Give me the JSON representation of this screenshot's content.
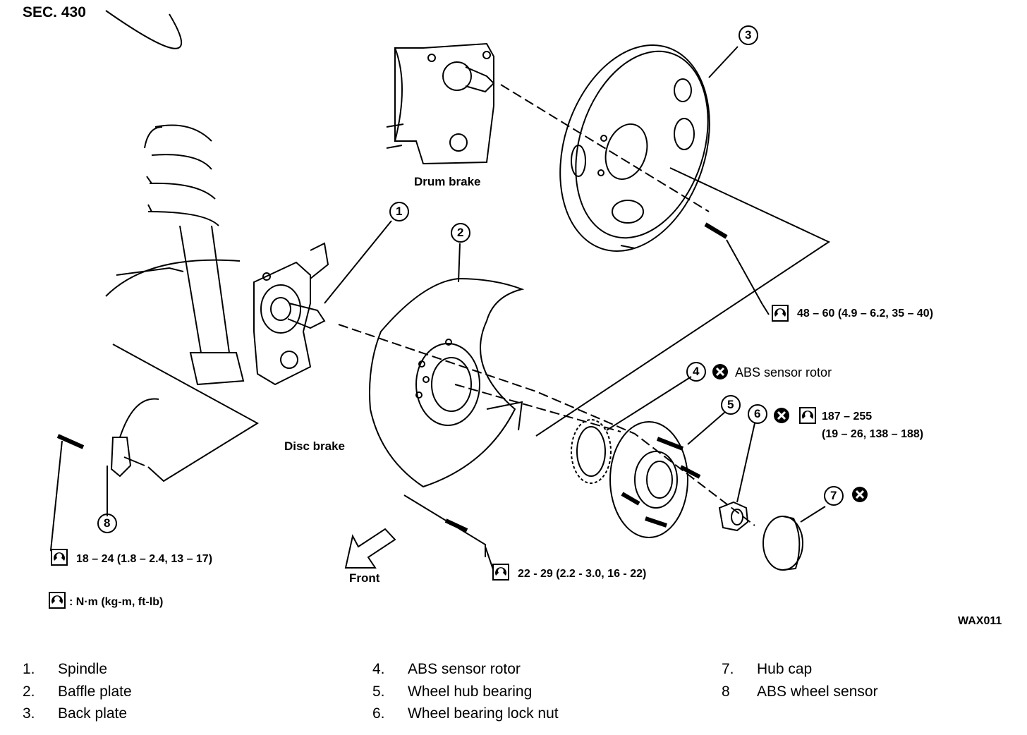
{
  "section": "SEC. 430",
  "figure_code": "WAX011",
  "labels": {
    "drum_brake": "Drum brake",
    "disc_brake": "Disc brake",
    "front": "Front"
  },
  "callout_numbers": [
    "1",
    "2",
    "3",
    "4",
    "5",
    "6",
    "7",
    "8"
  ],
  "callouts": {
    "abs_sensor_rotor": "ABS sensor rotor"
  },
  "torques": {
    "back_plate_bolt": "48 – 60 (4.9 – 6.2, 35 – 40)",
    "lock_nut_line1": "187 – 255",
    "lock_nut_line2": "(19 – 26, 138 – 188)",
    "sensor_bolt": "18 – 24 (1.8 – 2.4, 13 – 17)",
    "baffle_bolt": "22 - 29 (2.2 - 3.0, 16 - 22)",
    "unit_legend": ": N·m (kg-m, ft-lb)"
  },
  "legend": [
    {
      "num": "1.",
      "name": "Spindle"
    },
    {
      "num": "2.",
      "name": "Baffle plate"
    },
    {
      "num": "3.",
      "name": "Back plate"
    },
    {
      "num": "4.",
      "name": "ABS sensor rotor"
    },
    {
      "num": "5.",
      "name": "Wheel hub bearing"
    },
    {
      "num": "6.",
      "name": "Wheel bearing lock nut"
    },
    {
      "num": "7.",
      "name": "Hub cap"
    },
    {
      "num": "8",
      "name": "ABS wheel sensor"
    }
  ]
}
